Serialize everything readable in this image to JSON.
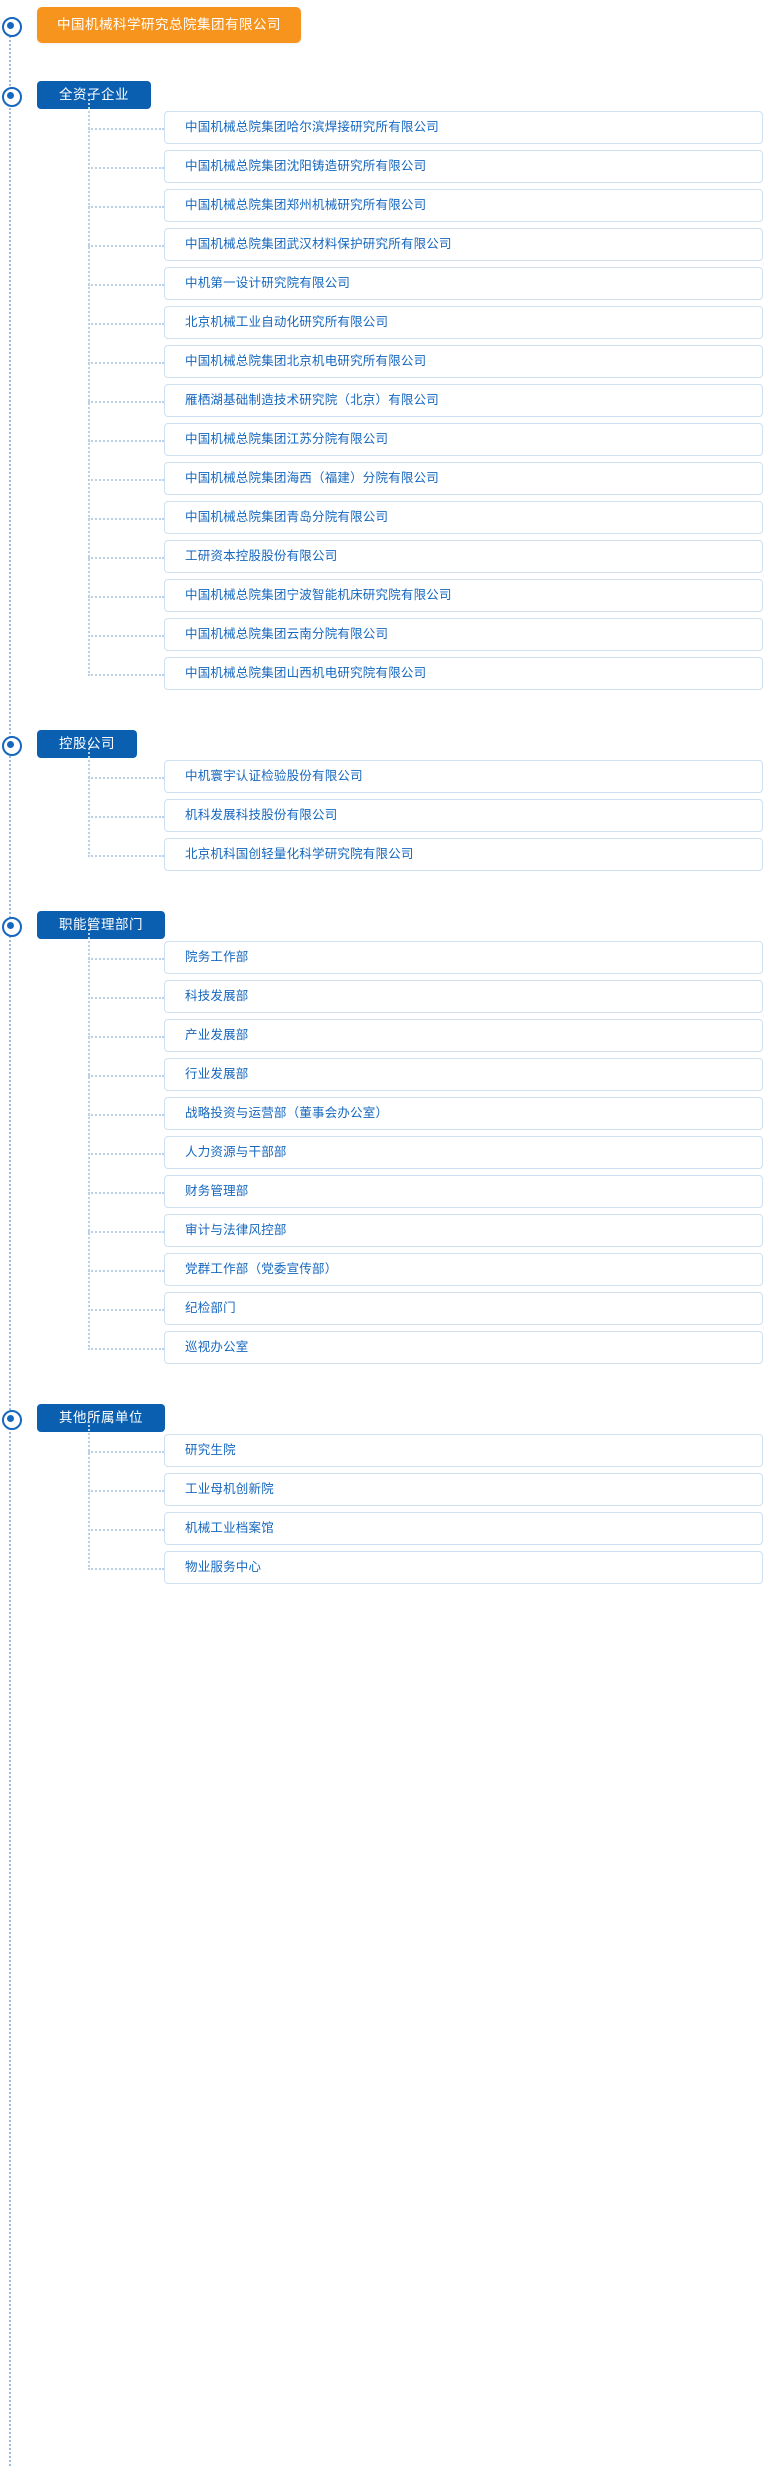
{
  "colors": {
    "root_badge_bg": "#f7941e",
    "group_badge_bg": "#0b5fb0",
    "card_border": "#cfe0f0",
    "card_text": "#1567bf",
    "connector": "#b9d2ea",
    "spine": "#9dbbe0",
    "page_bg": "#ffffff"
  },
  "root": {
    "label": "中国机械科学研究总院集团有限公司",
    "bullet_icon": "radio-selected-icon"
  },
  "groups": [
    {
      "label": "全资子企业",
      "bullet_icon": "radio-selected-icon",
      "items": [
        "中国机械总院集团哈尔滨焊接研究所有限公司",
        "中国机械总院集团沈阳铸造研究所有限公司",
        "中国机械总院集团郑州机械研究所有限公司",
        "中国机械总院集团武汉材料保护研究所有限公司",
        "中机第一设计研究院有限公司",
        "北京机械工业自动化研究所有限公司",
        "中国机械总院集团北京机电研究所有限公司",
        "雁栖湖基础制造技术研究院（北京）有限公司",
        "中国机械总院集团江苏分院有限公司",
        "中国机械总院集团海西（福建）分院有限公司",
        "中国机械总院集团青岛分院有限公司",
        "工研资本控股股份有限公司",
        "中国机械总院集团宁波智能机床研究院有限公司",
        "中国机械总院集团云南分院有限公司",
        "中国机械总院集团山西机电研究院有限公司"
      ]
    },
    {
      "label": "控股公司",
      "bullet_icon": "radio-selected-icon",
      "items": [
        "中机寰宇认证检验股份有限公司",
        "机科发展科技股份有限公司",
        "北京机科国创轻量化科学研究院有限公司"
      ]
    },
    {
      "label": "职能管理部门",
      "bullet_icon": "radio-selected-icon",
      "items": [
        "院务工作部",
        "科技发展部",
        "产业发展部",
        "行业发展部",
        "战略投资与运营部（董事会办公室）",
        "人力资源与干部部",
        "财务管理部",
        "审计与法律风控部",
        "党群工作部（党委宣传部）",
        "纪检部门",
        "巡视办公室"
      ]
    },
    {
      "label": "其他所属单位",
      "bullet_icon": "radio-selected-icon",
      "items": [
        "研究生院",
        "工业母机创新院",
        "机械工业档案馆",
        "物业服务中心"
      ]
    }
  ]
}
